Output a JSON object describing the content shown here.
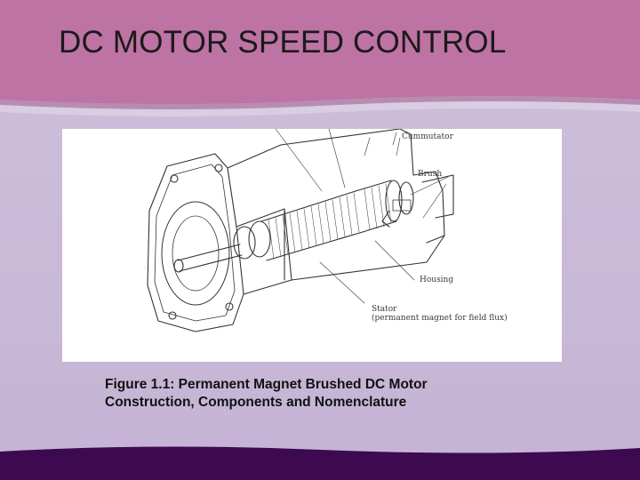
{
  "slide": {
    "title": "DC MOTOR SPEED CONTROL",
    "figure": {
      "labels": {
        "commutator": "Cummutator",
        "brush": "Brush",
        "housing": "Housing",
        "stator": "Stator",
        "stator_note": "(permanent magnet for field flux)"
      }
    },
    "caption": {
      "line1": "Figure 1.1: Permanent Magnet Brushed DC Motor",
      "line2": "Construction, Components and Nomenclature"
    }
  },
  "colors": {
    "header": "#b9709f",
    "background": "#cdbfdb",
    "footer": "#3d0a52"
  }
}
